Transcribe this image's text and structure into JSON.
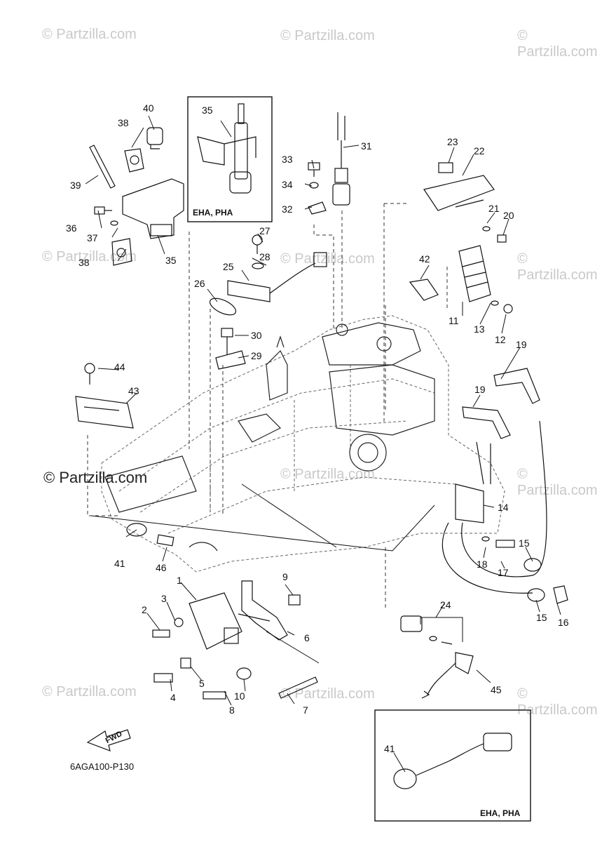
{
  "watermarks": {
    "faint": "© Partzilla.com",
    "strong": "© Partzilla.com"
  },
  "diagram_code": "6AGA100-P130",
  "fwd_label": "FWD",
  "inset_labels": {
    "top": "EHA, PHA",
    "bottom": "EHA, PHA"
  },
  "callouts": {
    "c1": "1",
    "c2": "2",
    "c3": "3",
    "c4": "4",
    "c5": "5",
    "c6": "6",
    "c7": "7",
    "c8": "8",
    "c9": "9",
    "c10": "10",
    "c11": "11",
    "c12": "12",
    "c13": "13",
    "c14": "14",
    "c15a": "15",
    "c15b": "15",
    "c16": "16",
    "c17": "17",
    "c18": "18",
    "c19a": "19",
    "c19b": "19",
    "c20": "20",
    "c21": "21",
    "c22": "22",
    "c23": "23",
    "c24": "24",
    "c25": "25",
    "c26": "26",
    "c27": "27",
    "c28": "28",
    "c29": "29",
    "c30": "30",
    "c31": "31",
    "c32": "32",
    "c33": "33",
    "c34": "34",
    "c35a": "35",
    "c35b": "35",
    "c36": "36",
    "c37": "37",
    "c38a": "38",
    "c38b": "38",
    "c39": "39",
    "c40": "40",
    "c41a": "41",
    "c41b": "41",
    "c42": "42",
    "c43": "43",
    "c44": "44",
    "c45": "45",
    "c46": "46"
  },
  "colors": {
    "line": "#111111",
    "dashed": "#555555",
    "watermark": "#c9c9c9"
  }
}
